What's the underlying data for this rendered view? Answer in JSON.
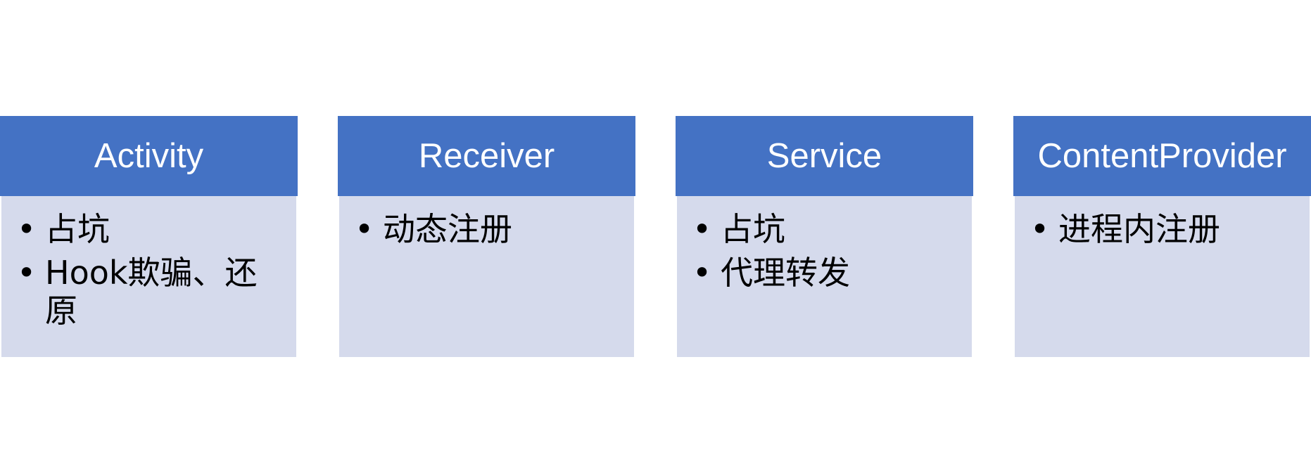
{
  "colors": {
    "header": "#4472c4",
    "body": "#d5daec",
    "header_text": "#ffffff",
    "body_text": "#000000"
  },
  "columns": [
    {
      "title": "Activity",
      "items": [
        "占坑",
        "Hook欺骗、还原"
      ]
    },
    {
      "title": "Receiver",
      "items": [
        "动态注册"
      ]
    },
    {
      "title": "Service",
      "items": [
        "占坑",
        "代理转发"
      ]
    },
    {
      "title": "ContentProvider",
      "items": [
        "进程内注册"
      ]
    }
  ]
}
